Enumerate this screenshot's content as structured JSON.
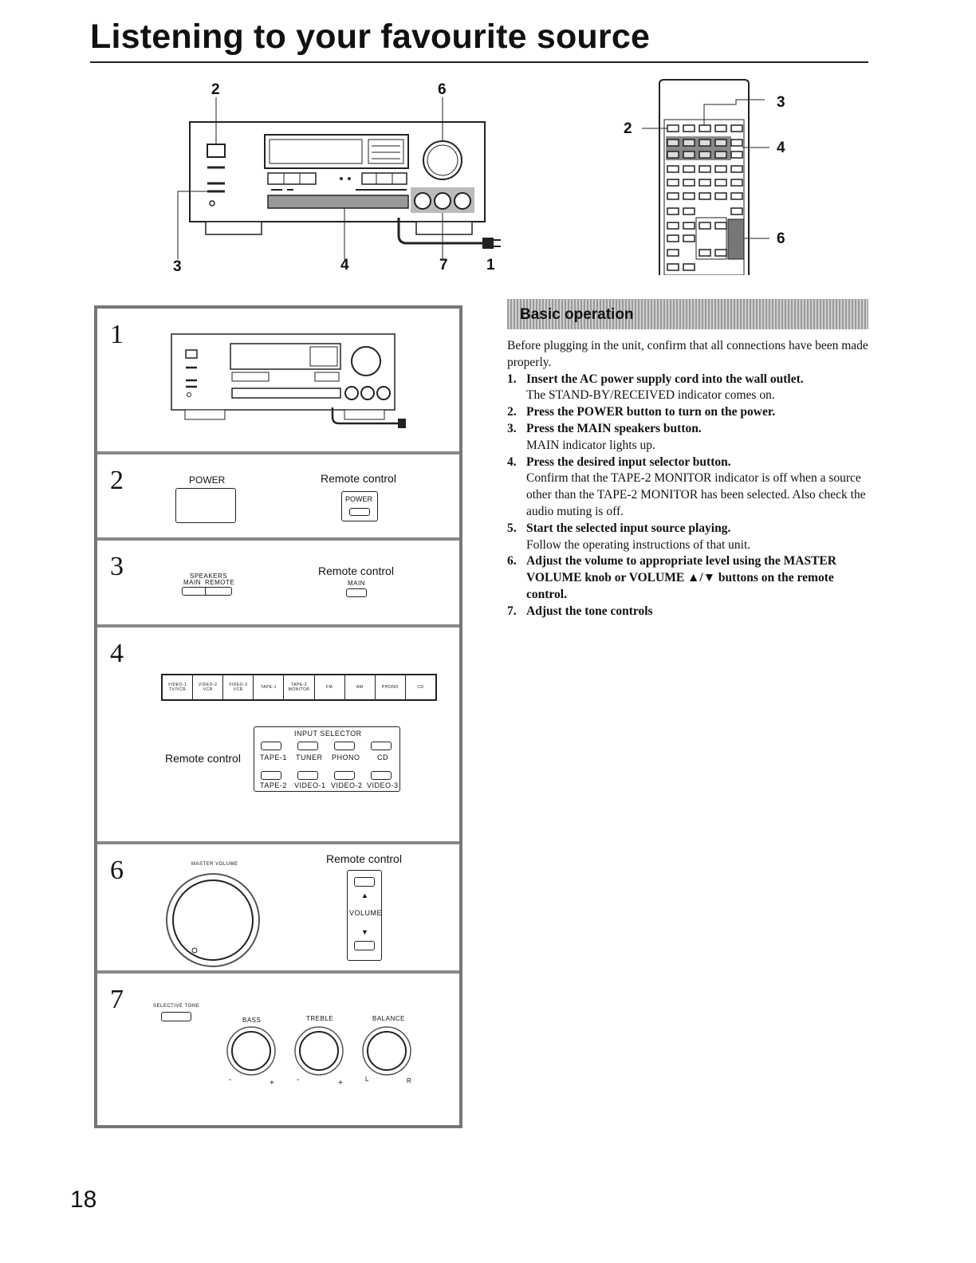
{
  "page": {
    "title": "Listening to your favourite source",
    "page_number": "18"
  },
  "figure": {
    "unit_callouts": [
      "2",
      "6",
      "3",
      "4",
      "7",
      "1"
    ],
    "remote_callouts": [
      "2",
      "3",
      "4",
      "6"
    ]
  },
  "panels": [
    {
      "number": "1"
    },
    {
      "number": "2",
      "power_label": "POWER",
      "remote_label": "Remote control",
      "remote_button": "POWER"
    },
    {
      "number": "3",
      "speakers_label": "SPEAKERS",
      "main_label": "MAIN",
      "remote_small": "REMOTE",
      "remote_label": "Remote control",
      "remote_button": "MAIN"
    },
    {
      "number": "4",
      "selector_buttons": [
        "VIDEO-1 TV/VCR",
        "VIDEO-2 VCR",
        "VIDEO-3 VCR",
        "TAPE-1",
        "TAPE-2 MONITOR",
        "FM",
        "AM",
        "PHONO",
        "CD"
      ],
      "remote_label": "Remote control",
      "input_selector_title": "INPUT SELECTOR",
      "remote_row1": [
        "TAPE-1",
        "TUNER",
        "PHONO",
        "CD"
      ],
      "remote_row2": [
        "TAPE-2",
        "VIDEO-1",
        "VIDEO-2",
        "VIDEO-3"
      ]
    },
    {
      "number": "6",
      "knob_label": "MASTER VOLUME",
      "remote_label": "Remote control",
      "up": "▲",
      "volume": "VOLUME",
      "down": "▼"
    },
    {
      "number": "7",
      "selective_tone": "SELECTIVE TONE",
      "bass": "BASS",
      "treble": "TREBLE",
      "balance": "BALANCE",
      "minus": "-",
      "plus": "+",
      "l": "L",
      "r": "R"
    }
  ],
  "basic_operation": {
    "heading": "Basic operation",
    "intro": "Before plugging in the unit, confirm that all connections have been made properly.",
    "steps": [
      {
        "n": "1.",
        "text": "Insert the AC power supply cord into the wall outlet.",
        "note": "The STAND-BY/RECEIVED indicator comes on."
      },
      {
        "n": "2.",
        "text": "Press the POWER button to turn on the power.",
        "note": ""
      },
      {
        "n": "3.",
        "text": "Press the MAIN speakers button.",
        "note": "MAIN indicator lights up."
      },
      {
        "n": "4.",
        "text": "Press the desired input selector button.",
        "note": "Confirm that the TAPE-2 MONITOR indicator is off when a source other than the TAPE-2 MONITOR has been selected. Also check the audio muting is off."
      },
      {
        "n": "5.",
        "text": "Start the selected input source playing.",
        "note": "Follow the operating instructions of that unit."
      },
      {
        "n": "6.",
        "text": "Adjust the volume to appropriate level using the MASTER VOLUME knob or VOLUME ▲/▼ buttons on the remote control.",
        "note": ""
      },
      {
        "n": "7.",
        "text": "Adjust the tone controls",
        "note": ""
      }
    ]
  }
}
